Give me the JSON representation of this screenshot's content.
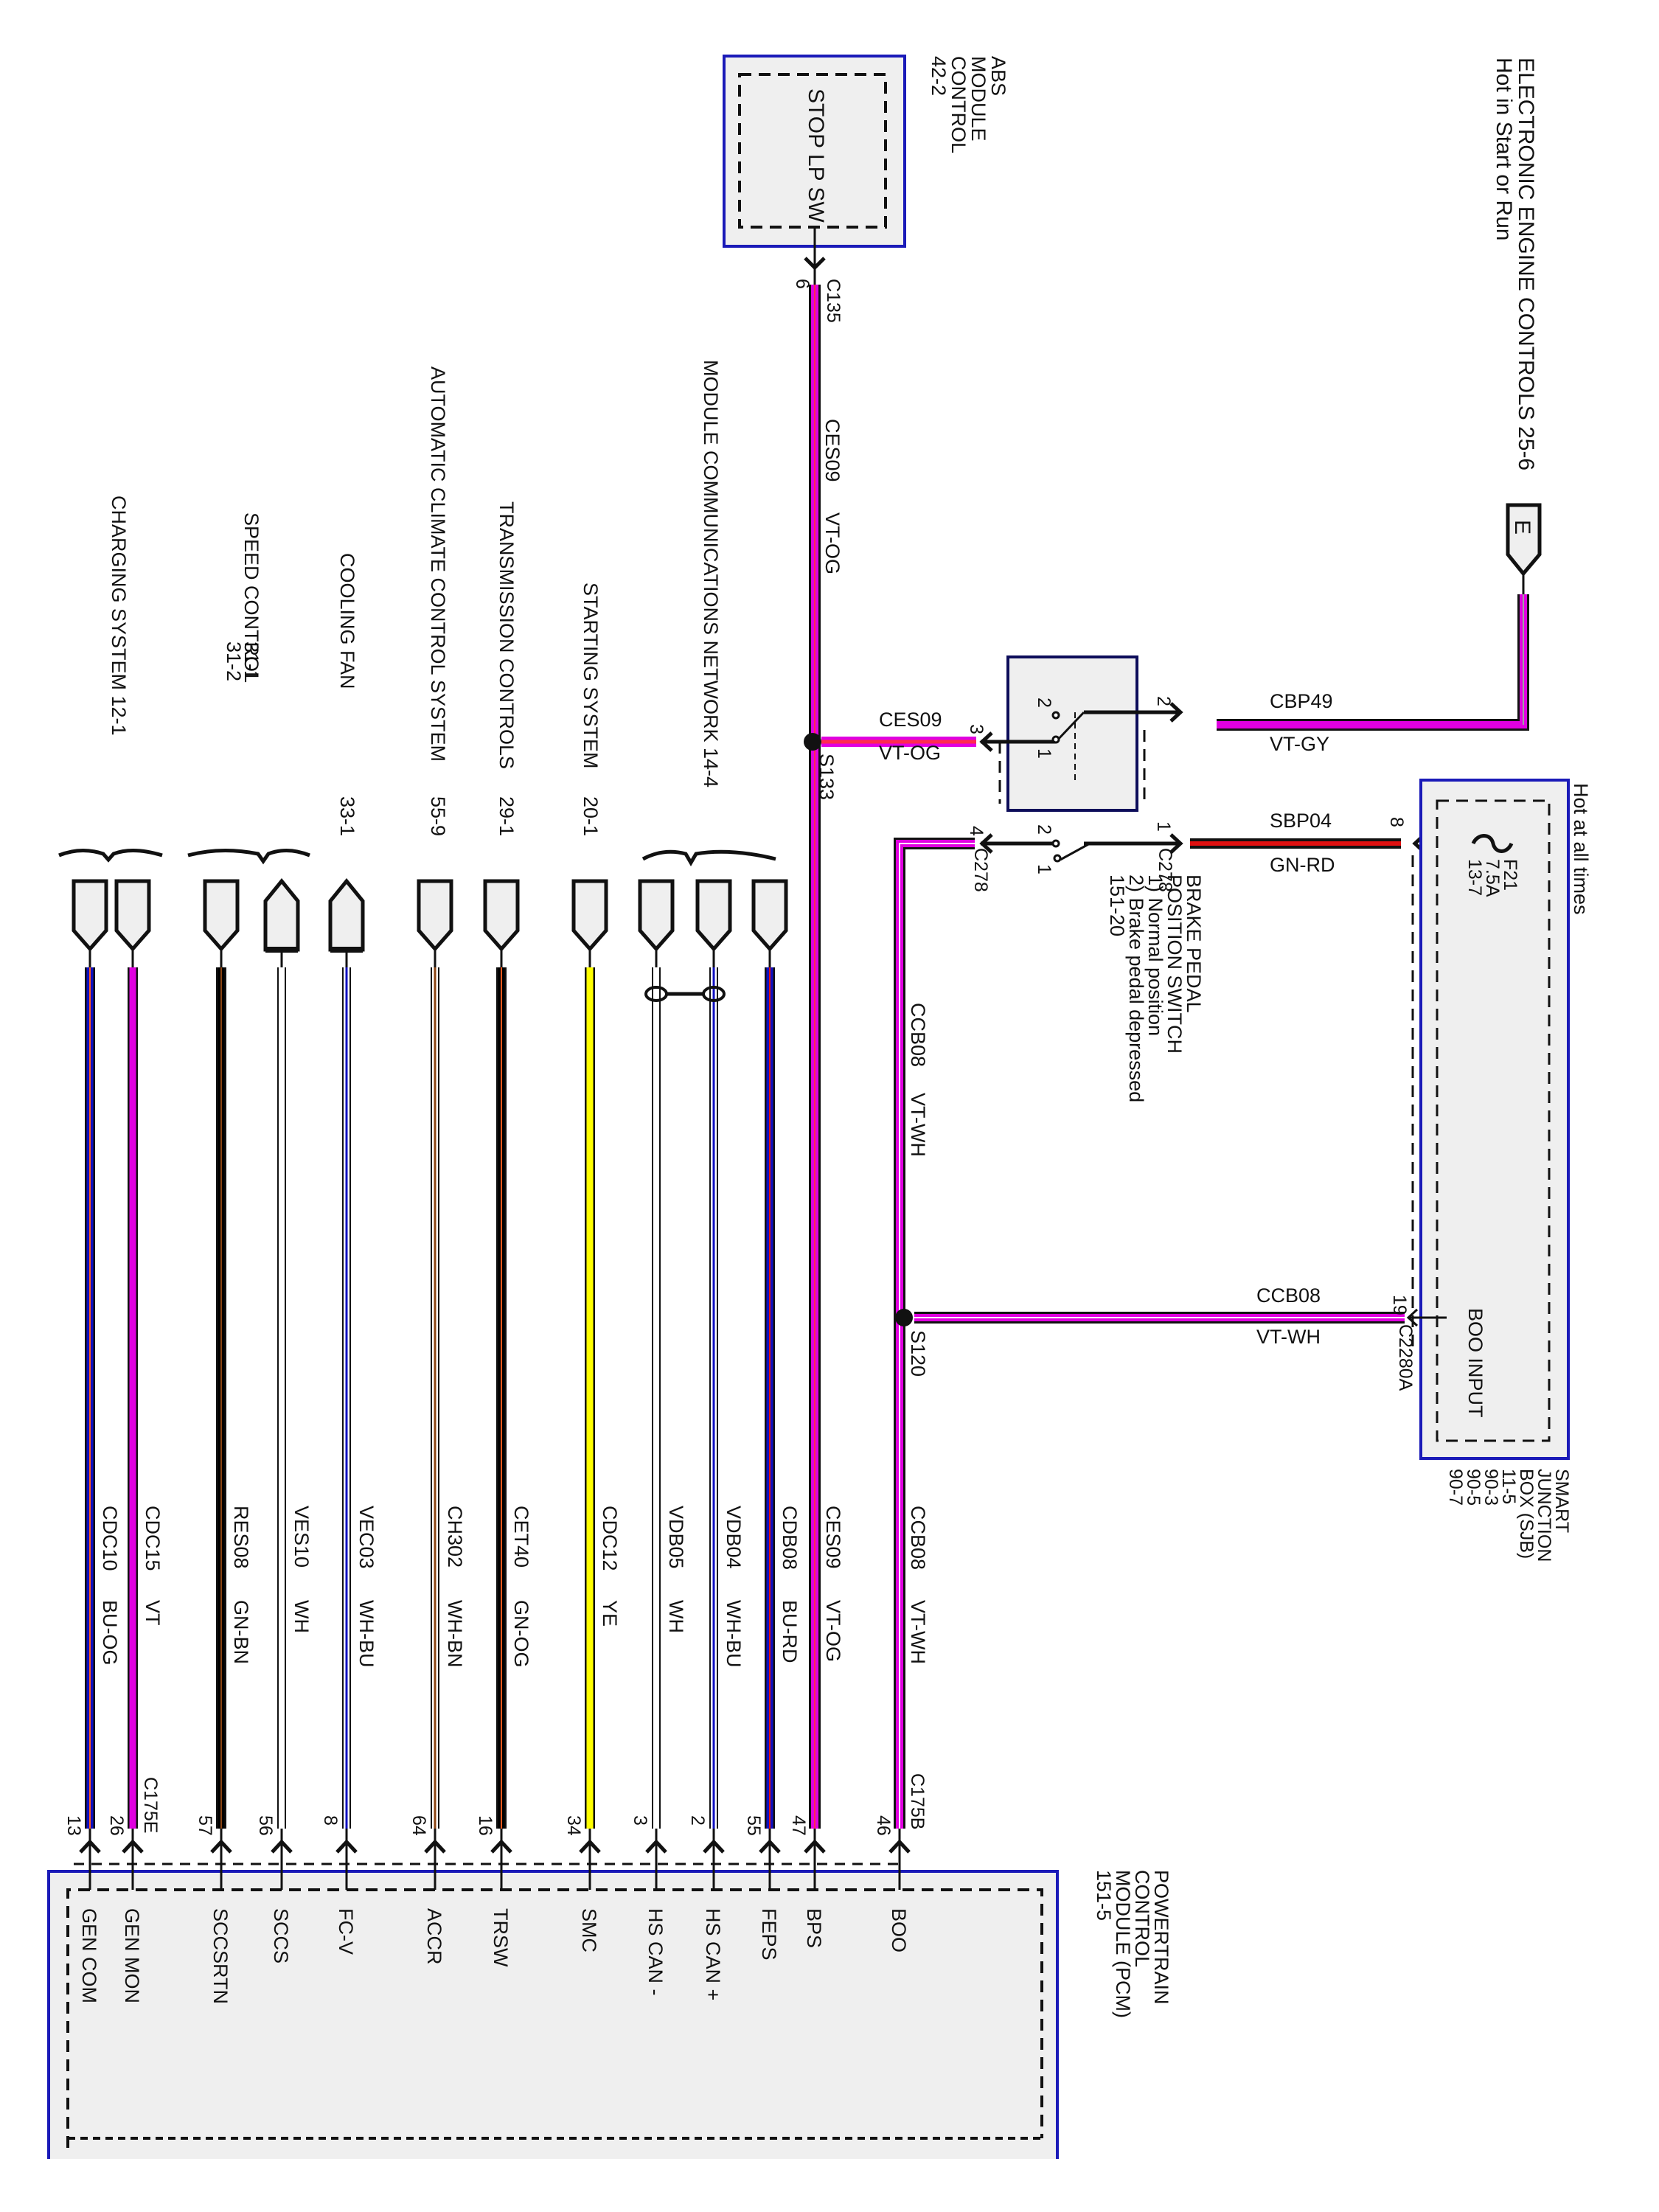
{
  "colors": {
    "VT": "#e000e0",
    "OG": "#ff5a1e",
    "GY": "#a0a0a0",
    "GN": "#000000",
    "RD": "#e01010",
    "WH": "#ffffff",
    "BU": "#1010c0",
    "BN": "#8b4513",
    "YE": "#ffff00",
    "BK": "#000000",
    "module_border": "#1a1ab8",
    "module_fill": "#efefef"
  },
  "top_notes": {
    "eec_title": "ELECTRONIC ENGINE CONTROLS  25-6",
    "eec_sub": "Hot in Start or Run",
    "e_connector": "E"
  },
  "abs_module": {
    "name_lines": [
      "ABS",
      "MODULE",
      "CONTROL",
      "42-2"
    ],
    "inner_label": "STOP LP SW",
    "connector": "C135",
    "pin": "6"
  },
  "main_wire": {
    "circuit": "CES09",
    "color": "VT-OG",
    "splice": "S133"
  },
  "brake_switch": {
    "name_lines": [
      "BRAKE PEDAL",
      "POSITION SWITCH",
      "1) Normal position",
      "2) Brake pedal depressed",
      "151-20"
    ],
    "connector": "C278",
    "pins": {
      "p1": "1",
      "p2": "2",
      "p3": "3",
      "p4": "4"
    },
    "contact_labels": {
      "a": "2",
      "b": "1"
    }
  },
  "wire_cbp49": {
    "circuit": "CBP49",
    "color": "VT-GY"
  },
  "wire_sbp04": {
    "circuit": "SBP04",
    "color": "GN-RD",
    "pin": "8"
  },
  "wire_ces09_branch": {
    "circuit": "CES09",
    "color": "VT-OG"
  },
  "wire_ccb08_down": {
    "circuit": "CCB08",
    "color": "VT-WH"
  },
  "wire_ccb08_sjb": {
    "circuit": "CCB08",
    "color": "VT-WH",
    "pin": "19",
    "connector": "C2280A"
  },
  "splice_s120": "S120",
  "sjb": {
    "hot_note": "Hot at all times",
    "fuse_lines": [
      "F21",
      "7.5A",
      "13-7"
    ],
    "boo_input": "BOO INPUT",
    "name_lines": [
      "SMART",
      "JUNCTION",
      "BOX (SJB)",
      "11-5",
      "90-3",
      "90-5",
      "90-7"
    ]
  },
  "pcm": {
    "name_lines": [
      "POWERTRAIN",
      "CONTROL",
      "MODULE (PCM)",
      "151-5"
    ],
    "connector_b": "C175B",
    "connector_e": "C175E"
  },
  "subsystems": [
    {
      "label": "MODULE COMMUNICATIONS NETWORK 14-4",
      "ref": ""
    },
    {
      "label": "STARTING SYSTEM",
      "ref": "20-1"
    },
    {
      "label": "TRANSMISSION CONTROLS",
      "ref": "29-1"
    },
    {
      "label": "AUTOMATIC CLIMATE CONTROL SYSTEM",
      "ref": "55-9"
    },
    {
      "label": "COOLING FAN",
      "ref": "33-1"
    },
    {
      "label": "SPEED CONTROL",
      "ref": "31-1",
      "ref2": "31-2"
    },
    {
      "label": "CHARGING SYSTEM 12-1",
      "ref": ""
    }
  ],
  "pcm_pins": [
    {
      "pin": "46",
      "signal": "BOO",
      "circuit": "CCB08",
      "color": "VT-WH"
    },
    {
      "pin": "47",
      "signal": "BPS",
      "circuit": "CES09",
      "color": "VT-OG"
    },
    {
      "pin": "55",
      "signal": "FEPS",
      "circuit": "CDB08",
      "color": "BU-RD"
    },
    {
      "pin": "2",
      "signal": "HS CAN +",
      "circuit": "VDB04",
      "color": "WH-BU"
    },
    {
      "pin": "3",
      "signal": "HS CAN -",
      "circuit": "VDB05",
      "color": "WH"
    },
    {
      "pin": "34",
      "signal": "SMC",
      "circuit": "CDC12",
      "color": "YE"
    },
    {
      "pin": "16",
      "signal": "TRSW",
      "circuit": "CET40",
      "color": "GN-OG"
    },
    {
      "pin": "64",
      "signal": "ACCR",
      "circuit": "CH302",
      "color": "WH-BN"
    },
    {
      "pin": "8",
      "signal": "FC-V",
      "circuit": "VEC03",
      "color": "WH-BU"
    },
    {
      "pin": "56",
      "signal": "SCCS",
      "circuit": "VES10",
      "color": "WH"
    },
    {
      "pin": "57",
      "signal": "SCCSRTN",
      "circuit": "RES08",
      "color": "GN-BN"
    },
    {
      "pin": "26",
      "signal": "GEN MON",
      "circuit": "CDC15",
      "color": "VT"
    },
    {
      "pin": "13",
      "signal": "GEN COM",
      "circuit": "CDC10",
      "color": "BU-OG"
    }
  ]
}
